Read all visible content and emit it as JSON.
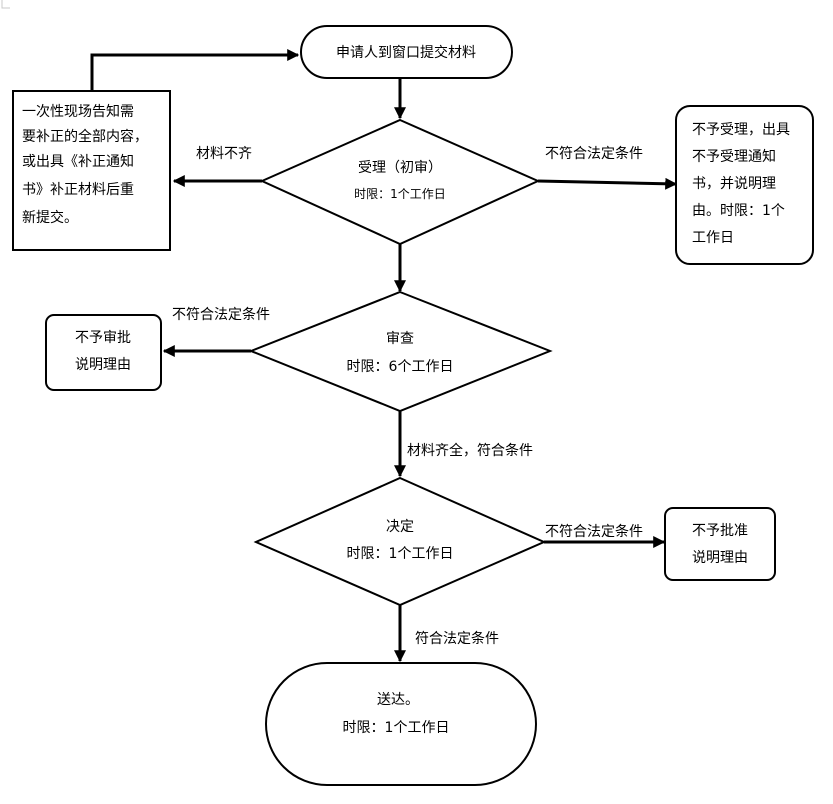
{
  "nodes": {
    "start": {
      "text": "申请人到窗口提交材料"
    },
    "incomplete_notice": {
      "lines": [
        "一次性现场告知需",
        "要补正的全部内容，",
        "或出具《补正通知",
        "书》补正材料后重",
        "新提交。"
      ]
    },
    "accept": {
      "title": "受理（初审）",
      "limit": "时限：1个工作日"
    },
    "reject_accept": {
      "lines": [
        "不予受理，出具",
        "不予受理通知",
        "书，并说明理",
        "由。时限：1个",
        "工作日"
      ]
    },
    "review": {
      "title": "审查",
      "limit": "时限：6个工作日"
    },
    "reject_review": {
      "lines": [
        "不予审批",
        "说明理由"
      ]
    },
    "decide": {
      "title": "决定",
      "limit": "时限：1个工作日"
    },
    "reject_decide": {
      "lines": [
        "不予批准",
        "说明理由"
      ]
    },
    "deliver": {
      "title": "送达。",
      "limit": "时限：1个工作日"
    }
  },
  "edges": {
    "materials_incomplete": "材料不齐",
    "not_qualified_1": "不符合法定条件",
    "not_qualified_2": "不符合法定条件",
    "complete_qualified": "材料齐全，符合条件",
    "not_qualified_3": "不符合法定条件",
    "qualified": "符合法定条件"
  }
}
